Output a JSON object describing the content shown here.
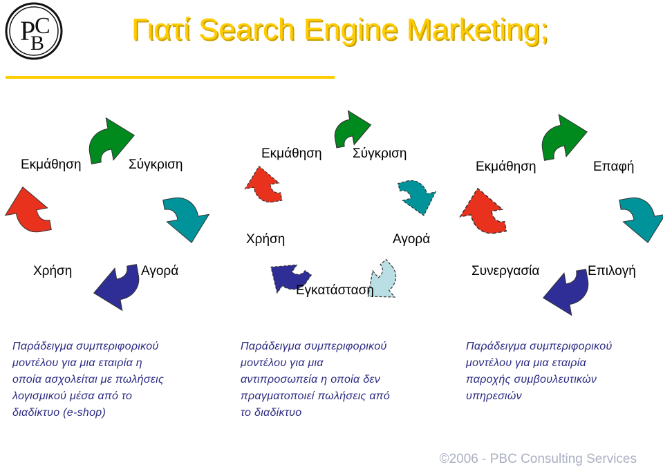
{
  "title": "Γιατί Search Engine Marketing;",
  "logo_text": "PBC",
  "colors": {
    "green": "#008a1e",
    "teal": "#00939a",
    "navy": "#2e2e96",
    "red": "#e8321e",
    "light_teal": "#b9dfe4",
    "title": "#ffcc00",
    "desc": "#2a2a82",
    "footer": "#aab0c2"
  },
  "cycles": [
    {
      "labels": {
        "top_left": "Εκμάθηση",
        "top_right": "Σύγκριση",
        "bottom_left": "Χρήση",
        "bottom_right": "Αγορά"
      },
      "description": [
        "Παράδειγμα συμπεριφορικού",
        "μοντέλου για μια εταιρία η",
        "οποία ασχολείται με πωλήσεις",
        "λογισμικού μέσα από το",
        "διαδίκτυο (e-shop)"
      ]
    },
    {
      "labels": {
        "top_left": "Εκμάθηση",
        "top_right": "Σύγκριση",
        "mid_left": "Χρήση",
        "mid_right": "Αγορά",
        "bottom": "Εγκατάσταση"
      },
      "description": [
        "Παράδειγμα συμπεριφορικού",
        "μοντέλου για μια",
        "αντιπροσωπεία η οποία δεν",
        "πραγματοποιεί πωλήσεις από",
        "το διαδίκτυο"
      ]
    },
    {
      "labels": {
        "top_left": "Εκμάθηση",
        "top_right": "Επαφή",
        "bottom_left": "Συνεργασία",
        "bottom_right": "Επιλογή"
      },
      "description": [
        "Παράδειγμα συμπεριφορικού",
        "μοντέλου για μια εταιρία",
        "παροχής συμβουλευτικών",
        "υπηρεσιών"
      ]
    }
  ],
  "footer": "©2006 - PBC Consulting Services"
}
